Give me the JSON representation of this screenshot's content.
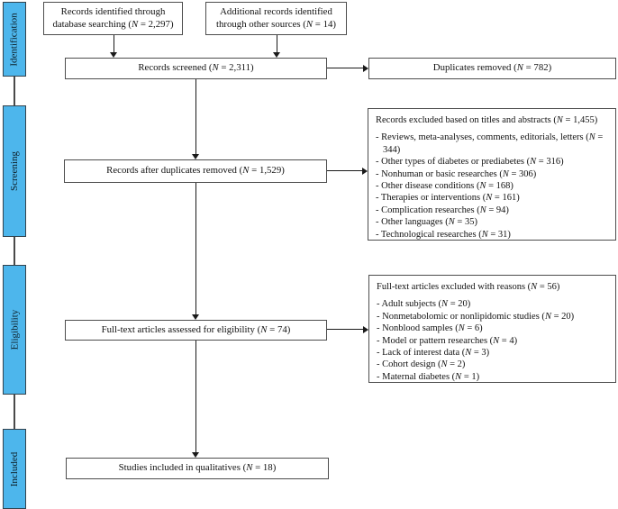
{
  "diagram": {
    "stages": [
      {
        "label": "Identification"
      },
      {
        "label": "Screening"
      },
      {
        "label": "Eligibility"
      },
      {
        "label": "Included"
      }
    ],
    "boxes": {
      "identified": "Records identified through database searching (N = 2,297)",
      "additional": "Additional records identified through other sources (N = 14)",
      "screened": "Records screened (N = 2,311)",
      "duplicates": "Duplicates removed (N = 782)",
      "after_duplicates": "Records after duplicates removed (N = 1,529)",
      "excluded_titles": {
        "title": "Records excluded based on titles and abstracts (N = 1,455)",
        "items": [
          "- Reviews, meta-analyses, comments, editorials, letters (N = 344)",
          "- Other types of diabetes or prediabetes (N = 316)",
          "- Nonhuman or basic researches (N = 306)",
          "- Other disease conditions (N = 168)",
          "- Therapies or interventions (N = 161)",
          "- Complication researches (N = 94)",
          "- Other languages (N = 35)",
          "- Technological researches (N = 31)"
        ]
      },
      "assessed": "Full-text articles assessed for eligibility (N = 74)",
      "excluded_fulltext": {
        "title": "Full-text articles excluded with reasons (N = 56)",
        "items": [
          "- Adult subjects (N = 20)",
          "- Nonmetabolomic or nonlipidomic studies (N = 20)",
          "- Nonblood samples (N = 6)",
          "- Model or pattern researches (N = 4)",
          "- Lack of interest data (N = 3)",
          "- Cohort design (N = 2)",
          "- Maternal diabetes (N = 1)"
        ]
      },
      "included": "Studies included in qualitatives (N = 18)"
    },
    "colors": {
      "stage_fill": "#4db6ec",
      "stage_border": "#33424c",
      "box_border": "#4d4d4d",
      "line": "#1a1a1a"
    }
  }
}
